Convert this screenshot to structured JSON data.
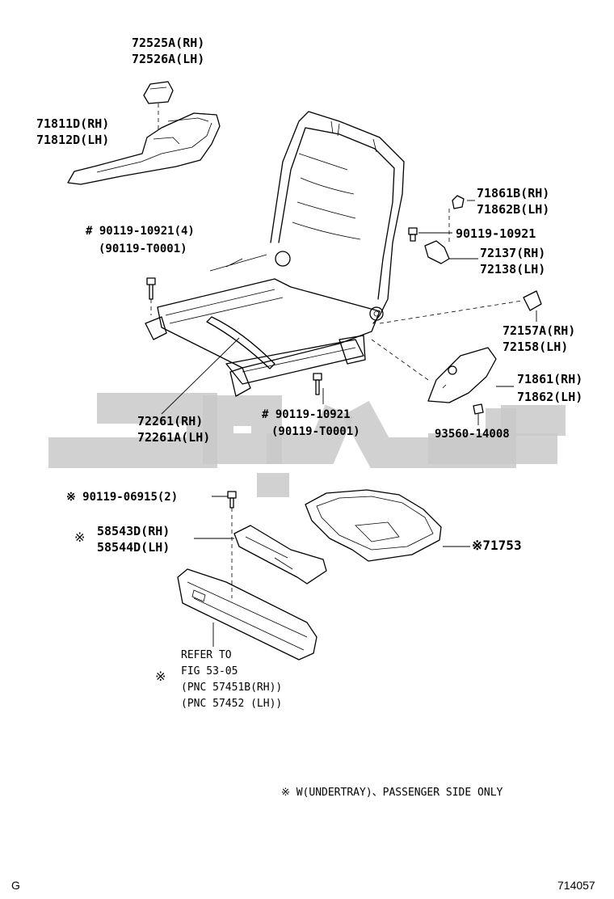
{
  "diagram_id": "714057",
  "corner_letter": "G",
  "labels": {
    "p72525": "72525A(RH)",
    "p72526": "72526A(LH)",
    "p71811": "71811D(RH)",
    "p71812": "71812D(LH)",
    "p71861b": "71861B(RH)",
    "p71862b": "71862B(LH)",
    "b90119_top_right": "90119-10921",
    "p72137": "72137(RH)",
    "p72138": "72138(LH)",
    "b90119_4": "# 90119-10921(4)",
    "b90119_t0001_a": "(90119-T0001)",
    "p72157": "72157A(RH)",
    "p72158": "72158(LH)",
    "p71861": "71861(RH)",
    "p71862": "71862(LH)",
    "p93560": "93560-14008",
    "p72261": "72261(RH)",
    "p72261a": "72261A(LH)",
    "b90119_mid": "# 90119-10921",
    "b90119_t0001_b": "(90119-T0001)",
    "b90119_06915": "※ 90119-06915(2)",
    "mark_58543": "※",
    "p58543": "58543D(RH)",
    "p58544": "58544D(LH)",
    "p71753": "※71753",
    "refer_1": "REFER TO",
    "refer_2": "FIG 53-05",
    "refer_3": "(PNC 57451B(RH))",
    "refer_4": "(PNC 57452 (LH))",
    "mark_refer": "※",
    "footnote": "※  W(UNDERTRAY)、PASSENGER SIDE ONLY"
  }
}
